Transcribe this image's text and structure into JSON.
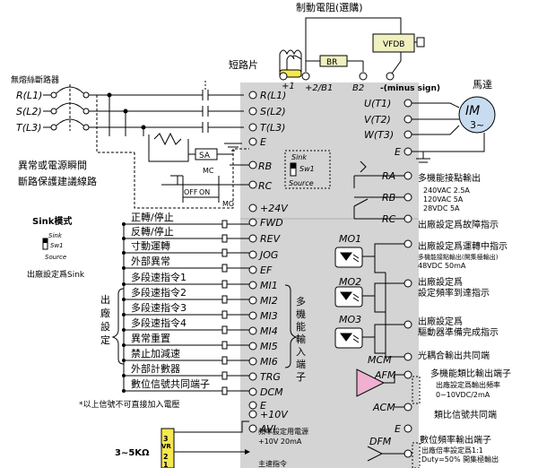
{
  "top": {
    "brake_resistor": "制動電阻(選購)",
    "short_bar": "短路片",
    "br": "BR",
    "vfdb": "VFDB",
    "plus1": "+1",
    "plus2_b1": "+2/B1",
    "b2": "B2",
    "minus": "-(minus sign)"
  },
  "breaker": {
    "label": "無熔絲斷路器"
  },
  "inputs": [
    "R(L1)",
    "S(L2)",
    "T(L3)"
  ],
  "terminals_main": [
    "R(L1)",
    "S(L2)",
    "T(L3)",
    "E"
  ],
  "motor": {
    "label": "馬達",
    "im": "IM",
    "phase": "3~",
    "terminals": [
      "U(T1)",
      "V(T2)",
      "W(T3)"
    ],
    "ground": "E"
  },
  "protect": {
    "line1": "異常或電源瞬間",
    "line2": "斷路保護建議線路",
    "sa": "SA",
    "mc": "MC",
    "off": "OFF",
    "on": "ON"
  },
  "ra_rb_rc": {
    "ra": "RA",
    "rb": "RB",
    "rc": "RC",
    "rb_left": "RB",
    "rc_left": "RC"
  },
  "sink_switch": {
    "sink": "Sink",
    "sw1": "Sw1",
    "source": "Source"
  },
  "sink_mode": {
    "title": "Sink模式",
    "sink": "Sink",
    "sw1": "Sw1",
    "source": "Source",
    "factory": "出廠設定爲Sink"
  },
  "left_inputs": {
    "labels": [
      "正轉/停止",
      "反轉/停止",
      "寸動運轉",
      "外部異常",
      "多段速指令1",
      "多段速指令2",
      "多段速指令3",
      "多段速指令4",
      "異常重置",
      "禁止加減速",
      "外部計數器",
      "數位信號共同端子"
    ],
    "factory": "出廠設定"
  },
  "control_terminals": [
    "+24V",
    "FWD",
    "REV",
    "JOG",
    "EF",
    "MI1",
    "MI2",
    "MI3",
    "MI4",
    "MI5",
    "MI6",
    "TRG",
    "DCM",
    "E",
    "+10V",
    "AVI"
  ],
  "multi_func_input": "多機能輸入端子",
  "note": "*以上信號不可直接加入電壓",
  "power_note": {
    "line1": "頻率設定用電源",
    "line2": "+10V 20mA",
    "line3": "主速指令"
  },
  "vr": {
    "range": "3~5KΩ",
    "label": "VR",
    "n3": "3",
    "n2": "2",
    "n1": "1"
  },
  "right": {
    "relay_title": "多機能接點輸出",
    "relay_spec": [
      "240VAC 2.5A",
      "120VAC 5A",
      "28VDC 5A"
    ],
    "factory_fault": "出廠設定爲故障指示",
    "mo1": "MO1",
    "mo1_text": [
      "出廠設定爲運轉中指示",
      "多機能接點輸出(開集極輸出)",
      "48VDC 50mA"
    ],
    "mo2": "MO2",
    "mo2_text": [
      "出廠設定爲",
      "設定頻率到達指示"
    ],
    "mo3": "MO3",
    "mo3_text": [
      "出廠設定爲",
      "驅動器準備完成指示"
    ],
    "mcm": "MCM",
    "mcm_text": "光耦合輸出共同端",
    "afm": "AFM",
    "afm_text": [
      "多機能類比輸出端子",
      "出廠設定爲輸出頻率",
      "0~10VDC/2mA"
    ],
    "acm": "ACM",
    "acm_text": "類比信號共同端",
    "e": "E",
    "dfm": "DFM",
    "dfm_text": [
      "數位頻率輸出端子",
      "出廠倍率設定爲1:1",
      "Duty=50% 開集極輸出"
    ]
  }
}
